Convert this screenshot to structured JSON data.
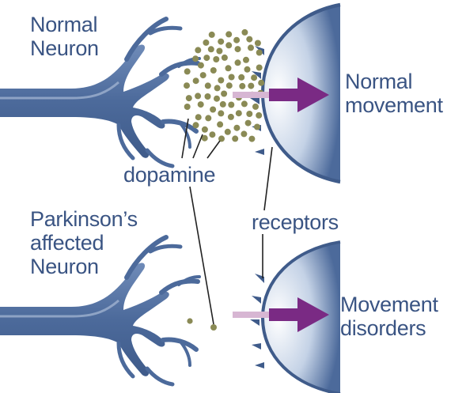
{
  "labels": {
    "normal_neuron": [
      "Normal",
      "Neuron"
    ],
    "normal_movement": [
      "Normal",
      "movement"
    ],
    "dopamine": "dopamine",
    "parkinsons_neuron": [
      "Parkinson’s",
      "affected",
      "Neuron"
    ],
    "receptors": "receptors",
    "movement_disorders": [
      "Movement",
      "disorders"
    ]
  },
  "colors": {
    "neuron_body": "#4c6a9b",
    "neuron_light": "#a9bbd6",
    "label_text": "#3a5483",
    "dopamine_dot": "#8a8a55",
    "signal_arrow": "#7a2a84",
    "signal_stem": "#d7b6d3",
    "pointer_line": "#222222"
  },
  "icons": {
    "arrow": "right-arrow-icon"
  }
}
